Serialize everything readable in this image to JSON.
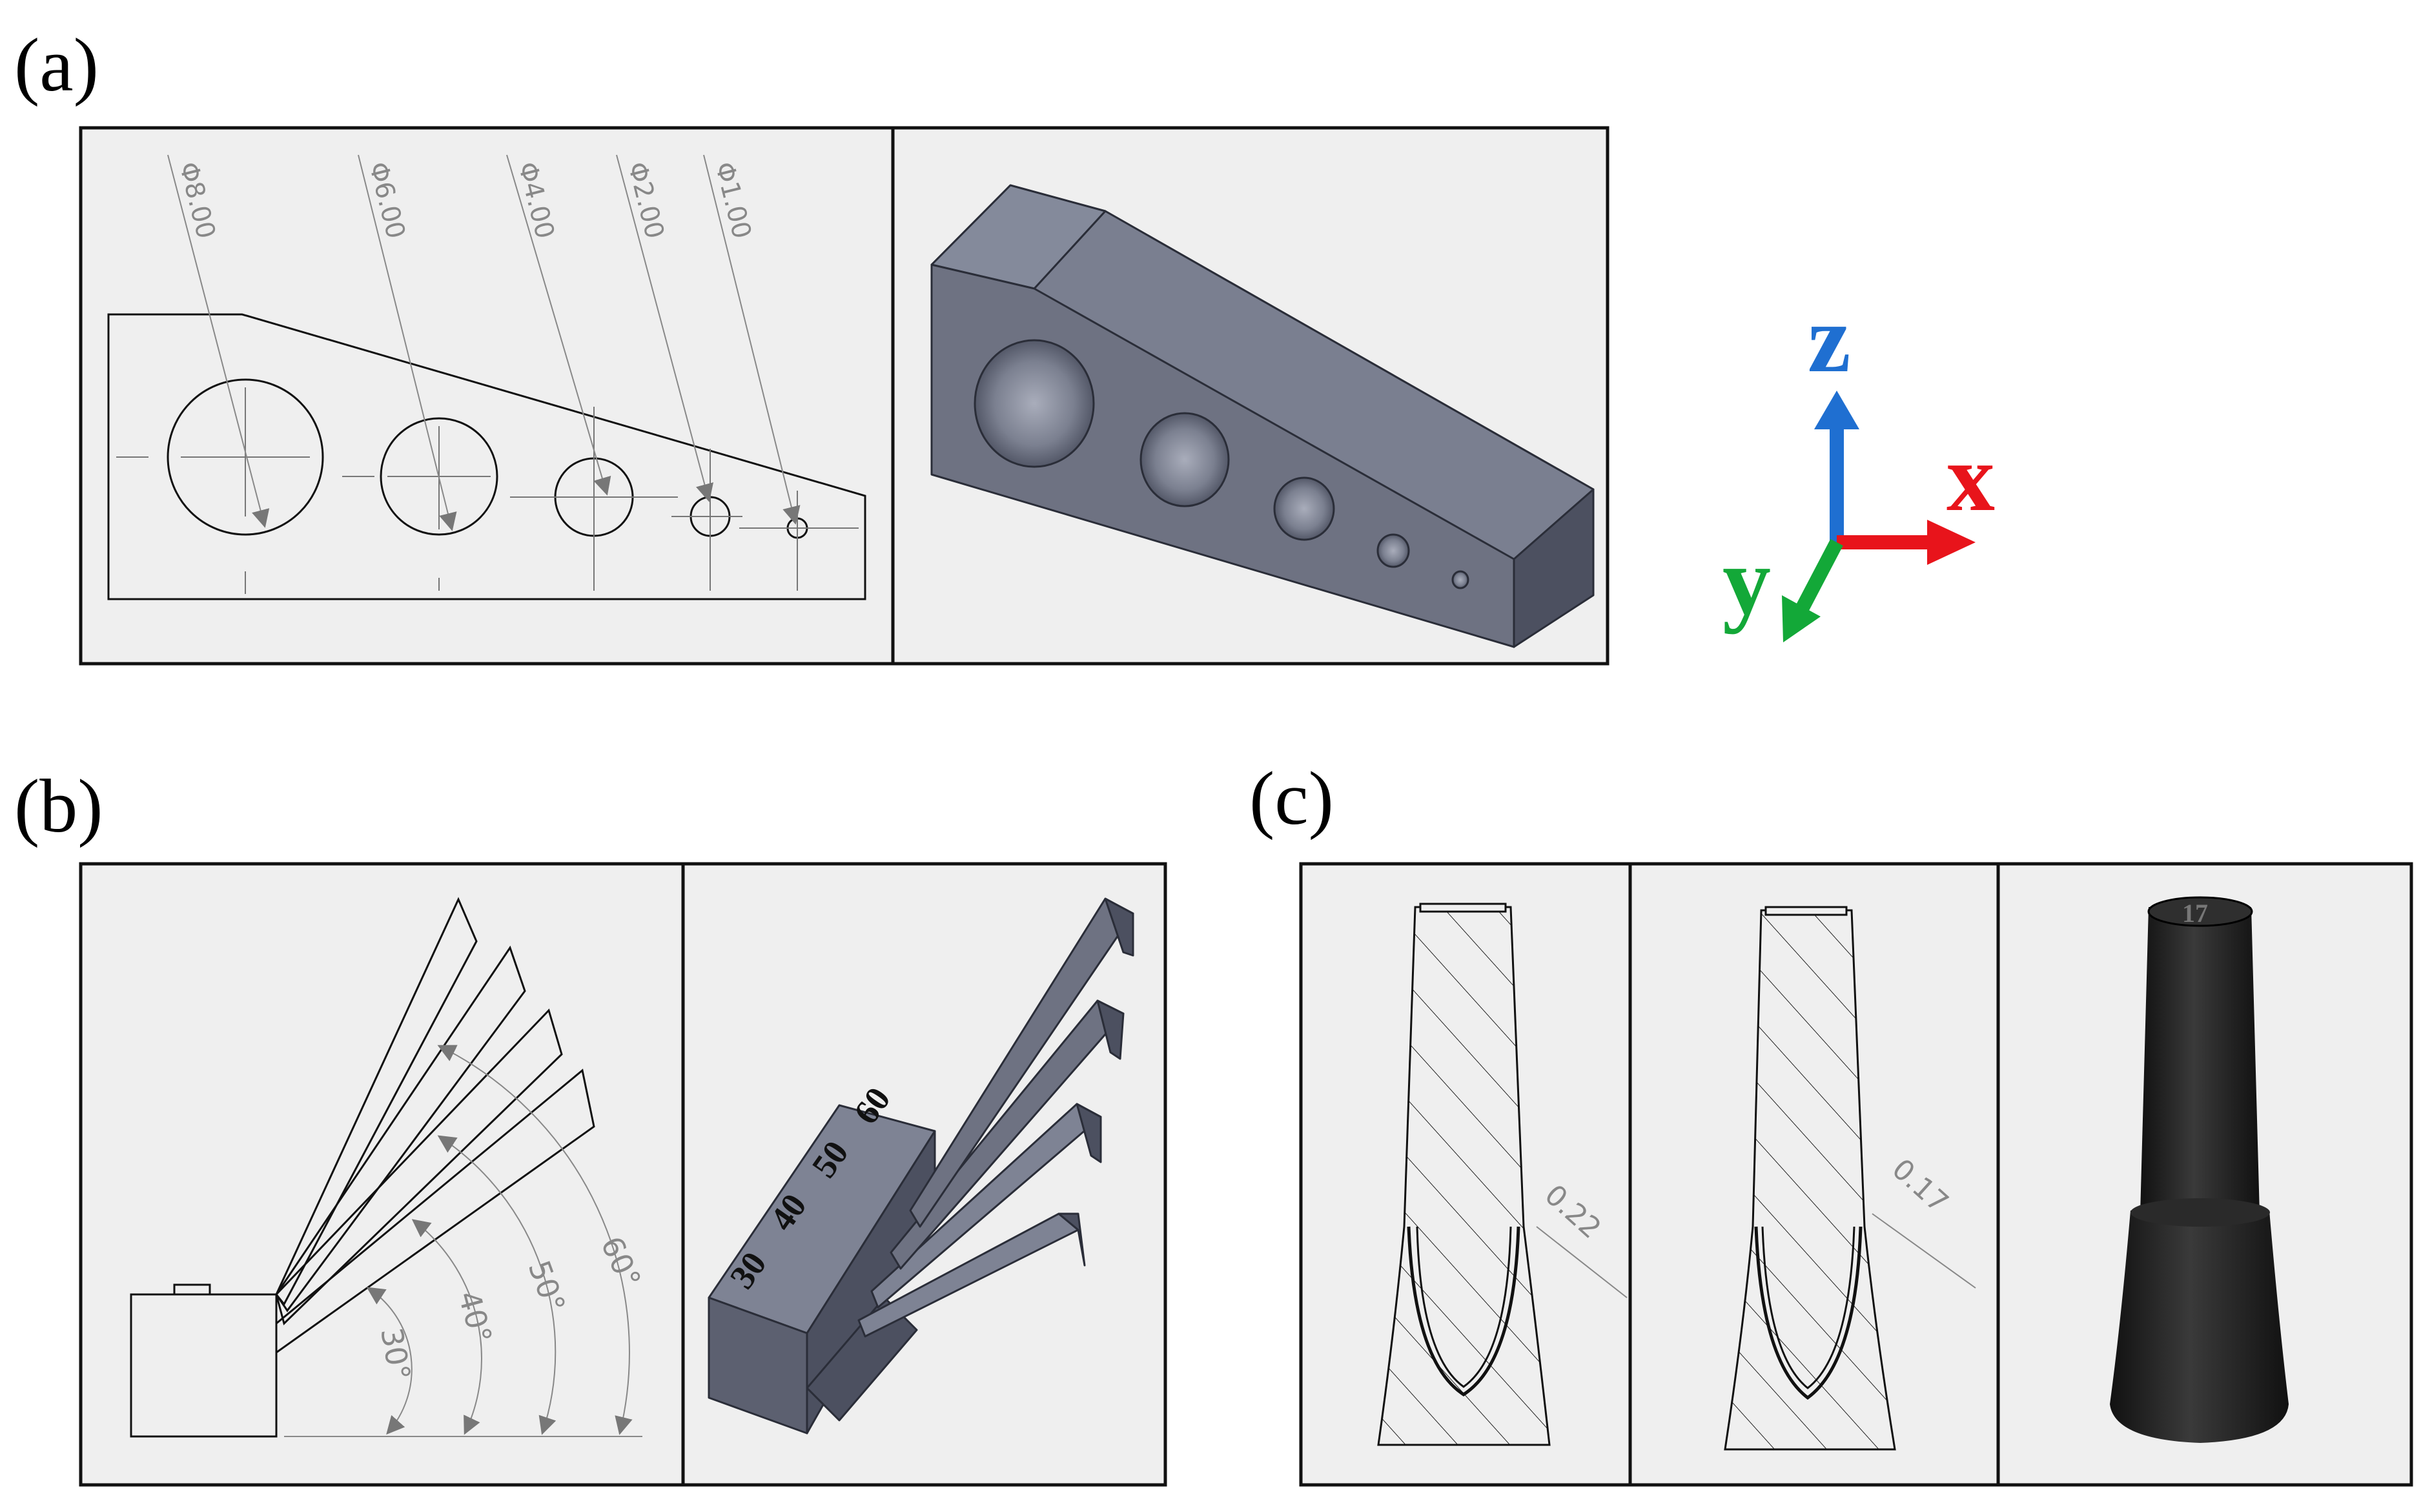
{
  "panel_labels": {
    "a": "(a)",
    "b": "(b)",
    "c": "(c)"
  },
  "hole_diameters": [
    "Φ8.00",
    "Φ6.00",
    "Φ4.00",
    "Φ2.00",
    "Φ1.00"
  ],
  "angle_labels": [
    "30°",
    "40°",
    "50°",
    "60°"
  ],
  "model_markings": [
    "30",
    "40",
    "50",
    "60"
  ],
  "wall_thickness": [
    "0.22",
    "0.17"
  ],
  "cap_marking": "17",
  "axes": {
    "z": "z",
    "x": "x",
    "y": "y"
  },
  "colors": {
    "panel_bg": "#efefef",
    "model_face": "#6e7282",
    "model_top": "#7e8394",
    "model_dark": "#4c5060",
    "z_axis": "#1f6fd1",
    "x_axis": "#e8141b",
    "y_axis": "#13a838"
  }
}
